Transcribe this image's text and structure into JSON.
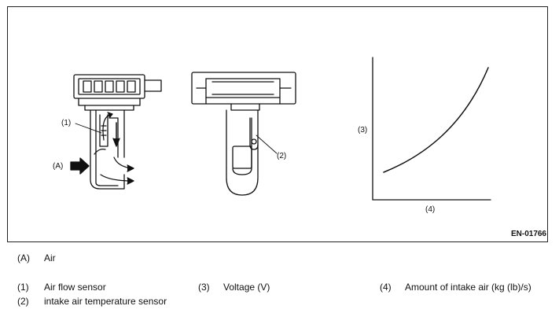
{
  "figure": {
    "code": "EN-01766",
    "callouts": {
      "a": "(A)",
      "one": "(1)",
      "two": "(2)",
      "three": "(3)",
      "four": "(4)"
    }
  },
  "legend": {
    "a": {
      "tag": "(A)",
      "text": "Air"
    },
    "items": [
      {
        "tag": "(1)",
        "text": "Air flow sensor"
      },
      {
        "tag": "(3)",
        "text": "Voltage (V)"
      },
      {
        "tag": "(4)",
        "text": "Amount of intake air (kg (lb)/s)"
      },
      {
        "tag": "(2)",
        "text": "intake air temperature sensor"
      }
    ]
  }
}
